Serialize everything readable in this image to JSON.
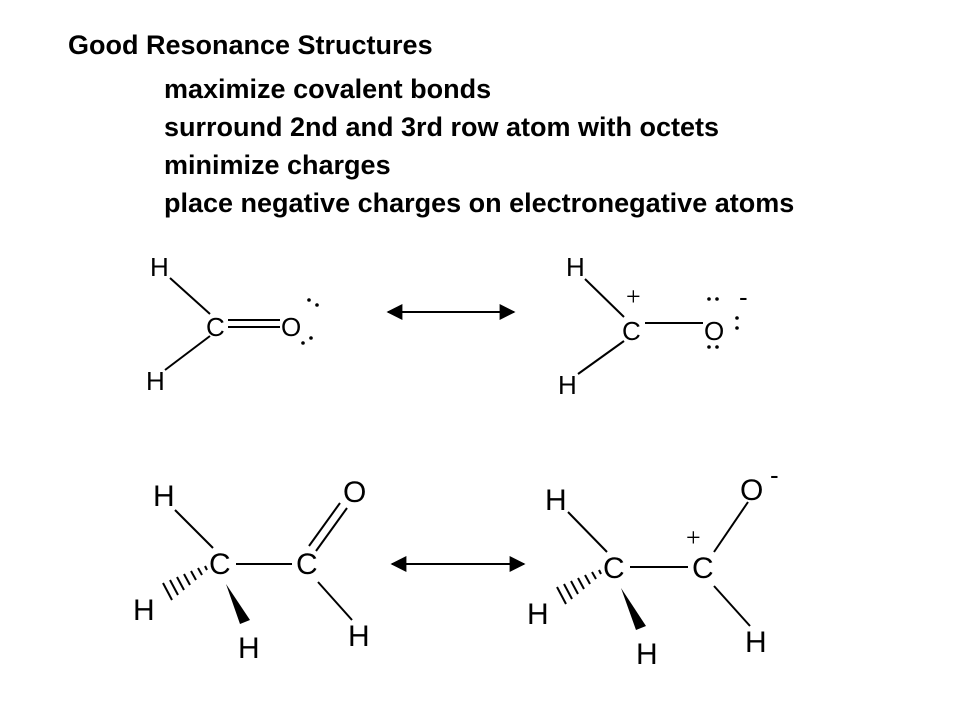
{
  "heading": "Good Resonance Structures",
  "rules": [
    "maximize covalent bonds",
    "surround 2nd and 3rd row atom with octets",
    "minimize charges",
    "place negative charges on electronegative atoms"
  ],
  "formaldehyde": {
    "neutral": {
      "h_top": "H",
      "h_bottom": "H",
      "carbon": "C",
      "oxygen": "O"
    },
    "charged": {
      "h_top": "H",
      "h_bottom": "H",
      "carbon": "C",
      "oxygen": "O",
      "plus": "+",
      "minus": "-"
    }
  },
  "acetaldehyde": {
    "neutral": {
      "h_top": "H",
      "h_wedge_left": "H",
      "h_wedge_bottom": "H",
      "c_methyl": "C",
      "c_carbonyl": "C",
      "oxygen": "O",
      "h_aldehyde": "H"
    },
    "charged": {
      "h_top": "H",
      "h_wedge_left": "H",
      "h_wedge_bottom": "H",
      "c_methyl": "C",
      "c_carbonyl": "C",
      "oxygen": "O",
      "h_aldehyde": "H",
      "plus": "+",
      "minus": "-"
    }
  }
}
